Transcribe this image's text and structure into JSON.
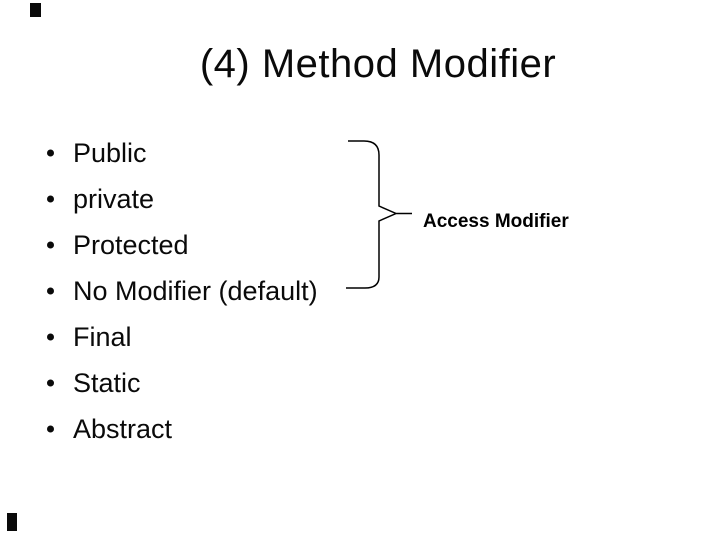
{
  "slide": {
    "title": "(4) Method Modifier",
    "bullets": [
      "Public",
      "private",
      "Protected",
      "No Modifier (default)",
      "Final",
      "Static",
      "Abstract"
    ],
    "brace_label": "Access Modifier",
    "grouped_items_count": 4,
    "colors": {
      "background": "#ffffff",
      "text": "#0a0a0a",
      "brace_line": "#000000"
    }
  }
}
